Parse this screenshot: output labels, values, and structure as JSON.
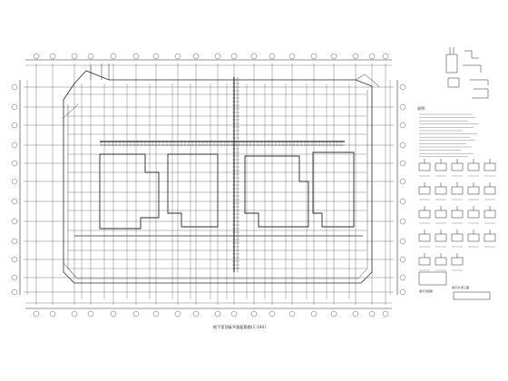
{
  "drawing": {
    "caption": "地下室顶板平面配筋图(1:100)",
    "notes_heading": "说明：",
    "legend_caption": "梁平法配筋",
    "legend_caption_2": "梁平法  施工图"
  },
  "colors": {
    "line": "#2a2a2a",
    "grid": "#444444",
    "background": "#ffffff"
  }
}
